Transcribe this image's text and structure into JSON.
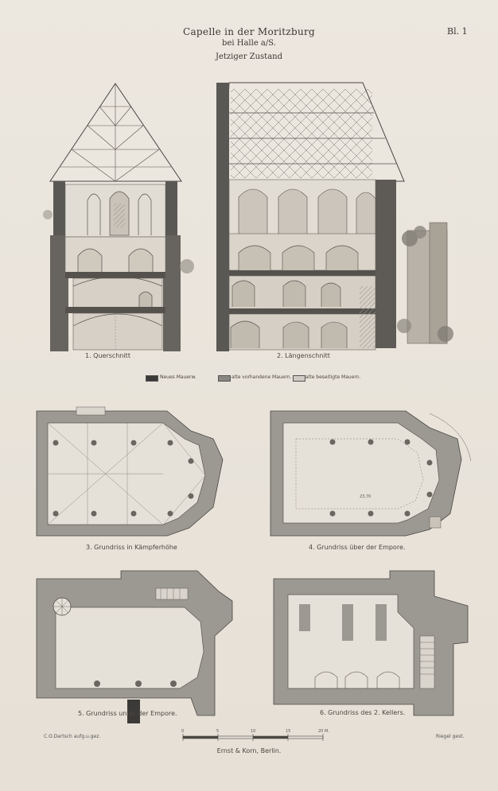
{
  "title": "Capelle in der Moritzburg",
  "subtitle_place": "bei Halle a/S.",
  "subtitle_state": "Jetziger Zustand",
  "plate_number": "Bl. 1",
  "captions": {
    "querschnitt": "1. Querschnitt",
    "laengenschnitt": "2. Längenschnitt",
    "grundriss_kaempfer": "3. Grundriss in Kämpferhöhe",
    "grundriss_ueber": "4. Grundriss über der Empore.",
    "grundriss_unter": "5. Grundriss unter der Empore.",
    "grundriss_keller": "6. Grundriss des 2. Kellers."
  },
  "legend": [
    {
      "label": "Neues Mauerw.",
      "color": "#3c3a38"
    },
    {
      "label": "alte vorhandene Mauern.",
      "color": "#8a8782"
    },
    {
      "label": "alte beseitigte Mauern.",
      "color": "#cfcac2"
    }
  ],
  "credits": {
    "left": "C.O.Dartsch aufg.u.gez.",
    "right": "Riegel gest.",
    "publisher": "Ernst & Korn, Berlin."
  },
  "scale_labels": [
    "0",
    "5",
    "10",
    "15",
    "20 M."
  ],
  "dimension_label": "23,70"
}
